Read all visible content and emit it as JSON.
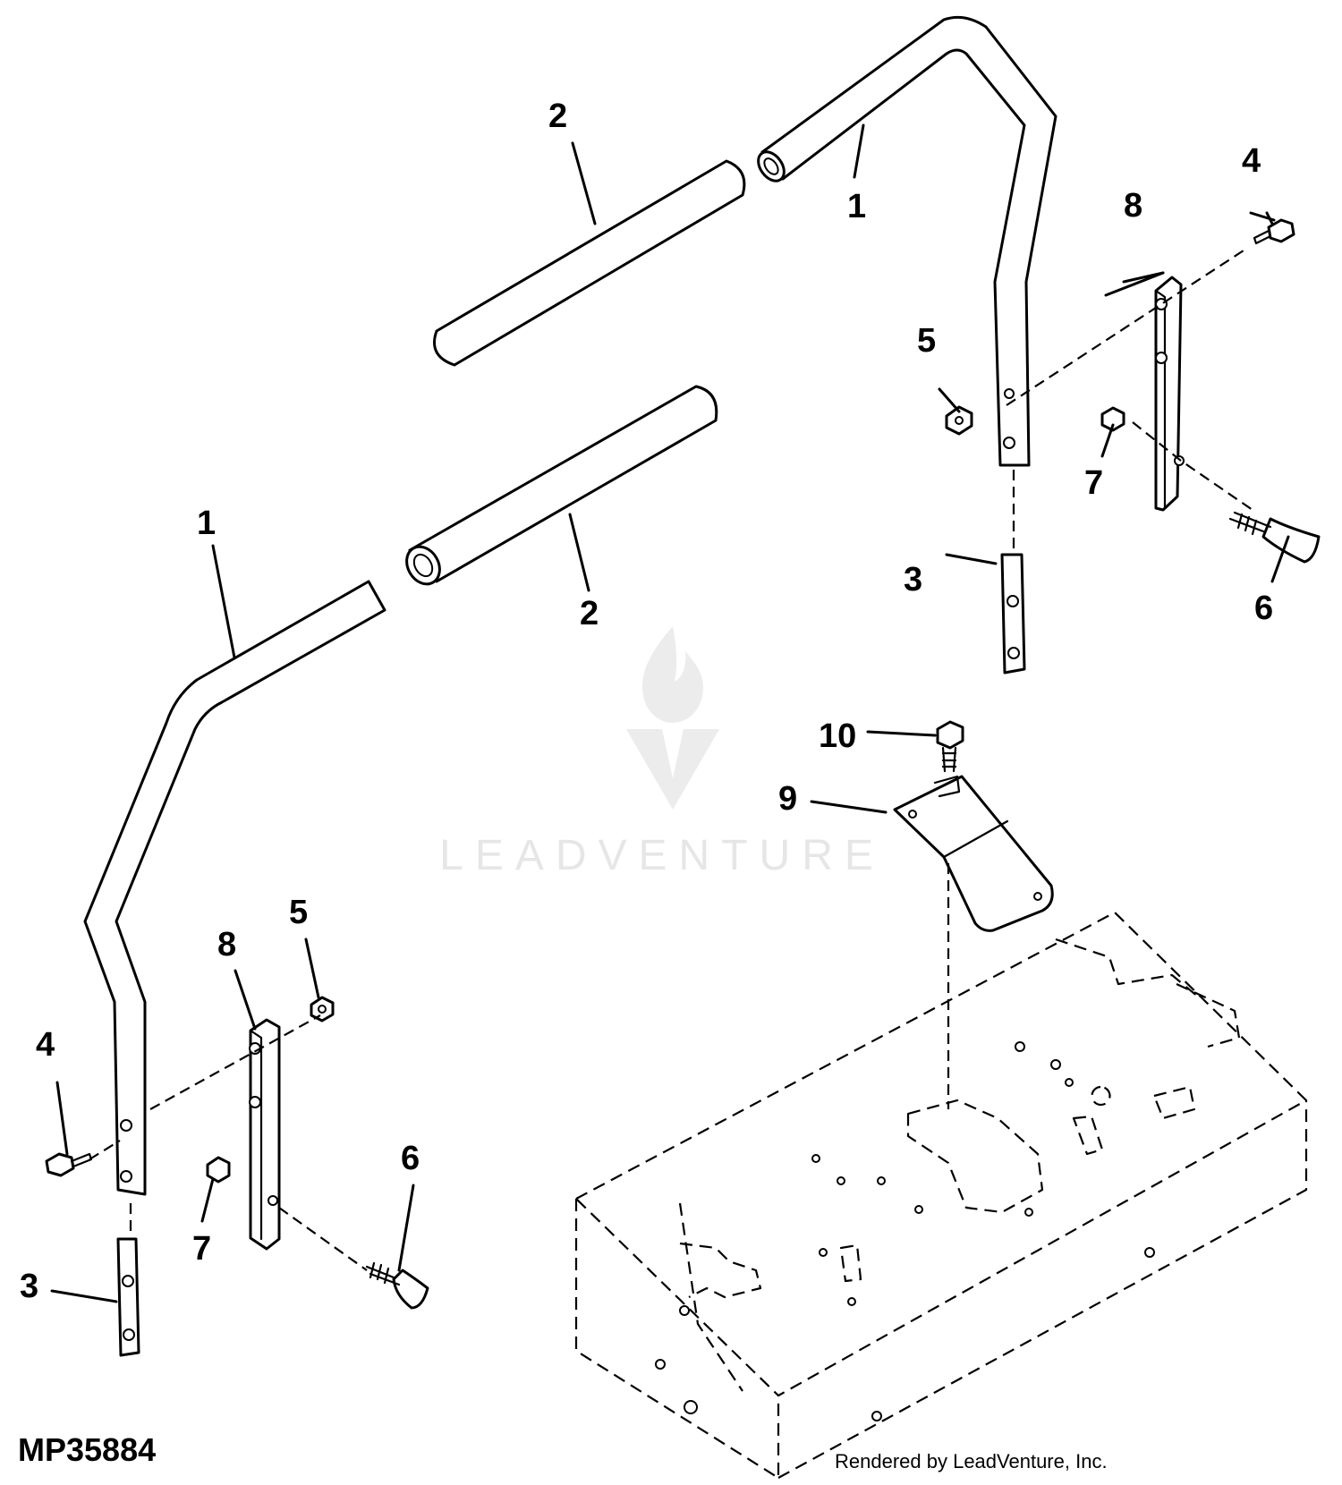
{
  "diagram": {
    "callouts": [
      {
        "id": "c1a",
        "text": "1"
      },
      {
        "id": "c1b",
        "text": "1"
      },
      {
        "id": "c2a",
        "text": "2"
      },
      {
        "id": "c2b",
        "text": "2"
      },
      {
        "id": "c3a",
        "text": "3"
      },
      {
        "id": "c3b",
        "text": "3"
      },
      {
        "id": "c4a",
        "text": "4"
      },
      {
        "id": "c4b",
        "text": "4"
      },
      {
        "id": "c5a",
        "text": "5"
      },
      {
        "id": "c5b",
        "text": "5"
      },
      {
        "id": "c6a",
        "text": "6"
      },
      {
        "id": "c6b",
        "text": "6"
      },
      {
        "id": "c7a",
        "text": "7"
      },
      {
        "id": "c7b",
        "text": "7"
      },
      {
        "id": "c8a",
        "text": "8"
      },
      {
        "id": "c8b",
        "text": "8"
      },
      {
        "id": "c9",
        "text": "9"
      },
      {
        "id": "c10",
        "text": "10"
      }
    ],
    "figure_id": "MP35884",
    "credit": "Rendered by LeadVenture, Inc.",
    "watermark": "LEADVENTURE"
  }
}
